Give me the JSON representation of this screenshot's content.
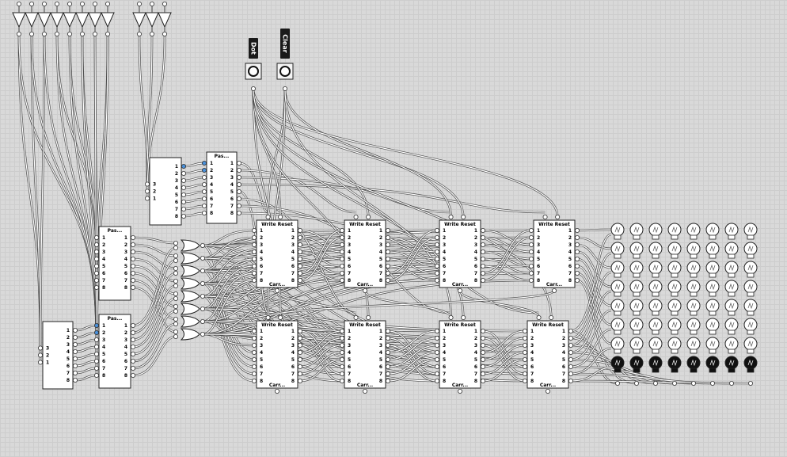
{
  "window": {
    "title": ""
  },
  "buttons": [
    {
      "label": "Dot",
      "id": "dot"
    },
    {
      "label": "Clear",
      "id": "clear"
    }
  ],
  "chip_labels": {
    "write_reset": "Write Reset",
    "carry": "Carr...",
    "pass": "Pas..."
  },
  "pin_numbers_8": [
    "1",
    "2",
    "3",
    "4",
    "5",
    "6",
    "7",
    "8"
  ],
  "pin_numbers_3": [
    "3",
    "2",
    "1"
  ],
  "colors": {
    "wire": "#ffffff",
    "wire_outline": "#4a4a4a",
    "chip_fill": "#ffffff",
    "chip_border": "#222222",
    "active_pin": "#4a90d9",
    "button_label_bg": "#1a1a1a"
  },
  "lamp_grid": {
    "rows": 8,
    "cols": 8,
    "lit_rows": [
      7
    ]
  },
  "icons": [
    "triangle-buffer-icon",
    "push-button-icon",
    "lamp-icon",
    "or-gate-icon",
    "pin-node-icon"
  ]
}
